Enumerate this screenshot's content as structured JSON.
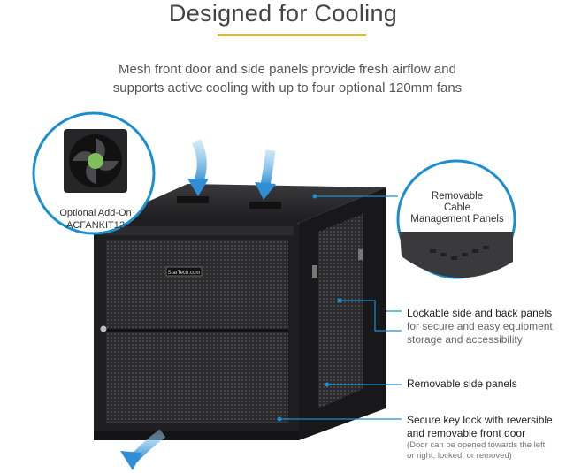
{
  "header": {
    "title": "Designed for Cooling",
    "subtitle_line1": "Mesh front door and side panels provide fresh airflow and",
    "subtitle_line2": "supports active cooling with up to four optional 120mm fans"
  },
  "fan_callout": {
    "line1": "Optional Add-On",
    "line2": "ACFANKIT12"
  },
  "cable_callout": {
    "line1": "Removable",
    "line2": "Cable",
    "line3": "Management Panels"
  },
  "feature_callouts": [
    {
      "heading": "Lockable side and back panels",
      "body_line1": "for secure and easy equipment",
      "body_line2": "storage and accessibility"
    },
    {
      "heading": "Removable side panels"
    },
    {
      "heading_line1": "Secure key lock with reversible",
      "heading_line2": "and removable front door",
      "note_line1": "(Door can be opened towards the left",
      "note_line2": "or right, locked, or removed)"
    }
  ],
  "product": {
    "brand_badge": "StarTech.com"
  },
  "colors": {
    "accent_line": "#e8b819",
    "leader_blue": "#1a8fd0",
    "cabinet": "#1f1f21",
    "airflow_arrow": "#4ba3dc"
  }
}
